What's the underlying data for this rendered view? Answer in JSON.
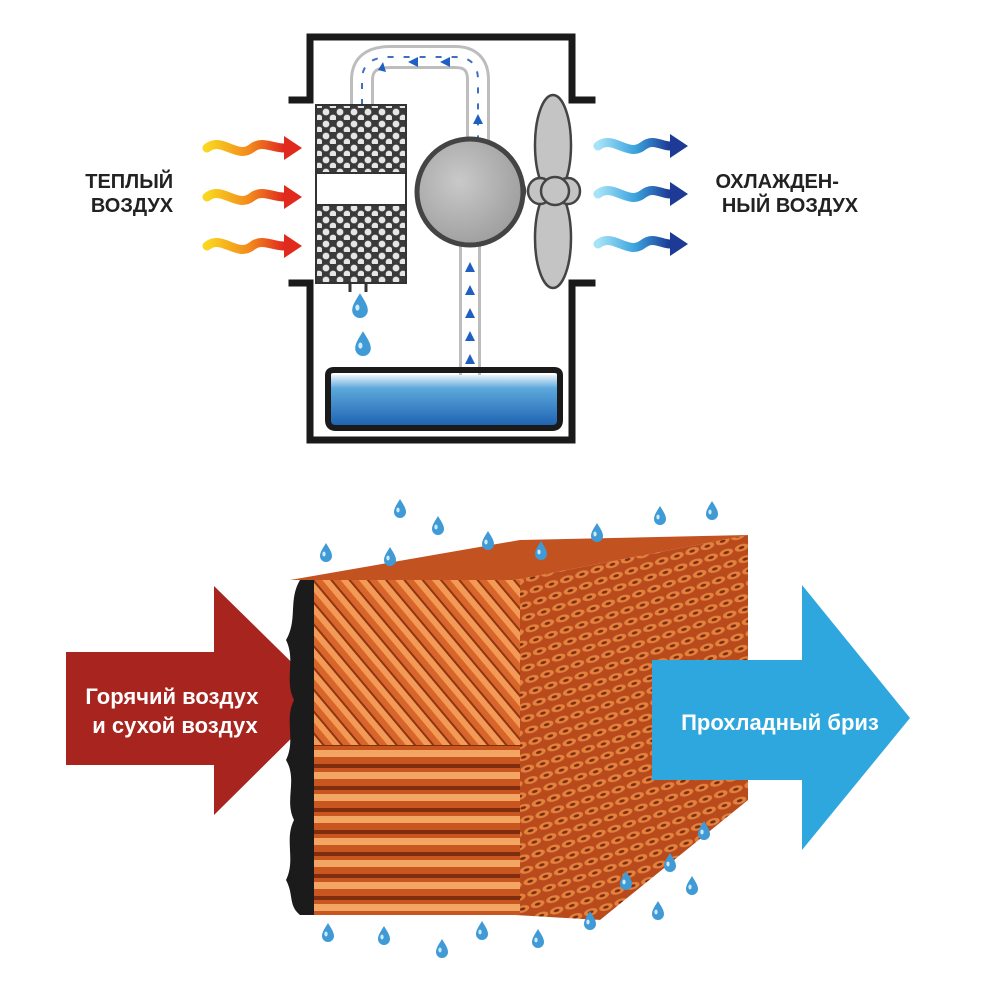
{
  "top_diagram": {
    "warm_air_label": [
      "ТЕПЛЫЙ",
      "ВОЗДУХ"
    ],
    "cooled_air_label": [
      "ОХЛАЖДЕН-",
      "НЫЙ ВОЗДУХ"
    ]
  },
  "bottom_diagram": {
    "hot_air_label": [
      "Горячий воздух",
      "и сухой воздух"
    ],
    "cool_breeze_label": "Прохладный бриз"
  },
  "colors": {
    "warm_arrow": "#e33a1f",
    "warm_arrow_tail": "#f7c21b",
    "cool_arrow": "#1f3f9a",
    "cool_arrow_tail": "#7ad0f0",
    "water": "#1f6fb8",
    "hot_block": "#a8241f",
    "cool_block": "#2ea6de",
    "pad_orange": "#d9642a",
    "housing": "#1a1a1a"
  }
}
